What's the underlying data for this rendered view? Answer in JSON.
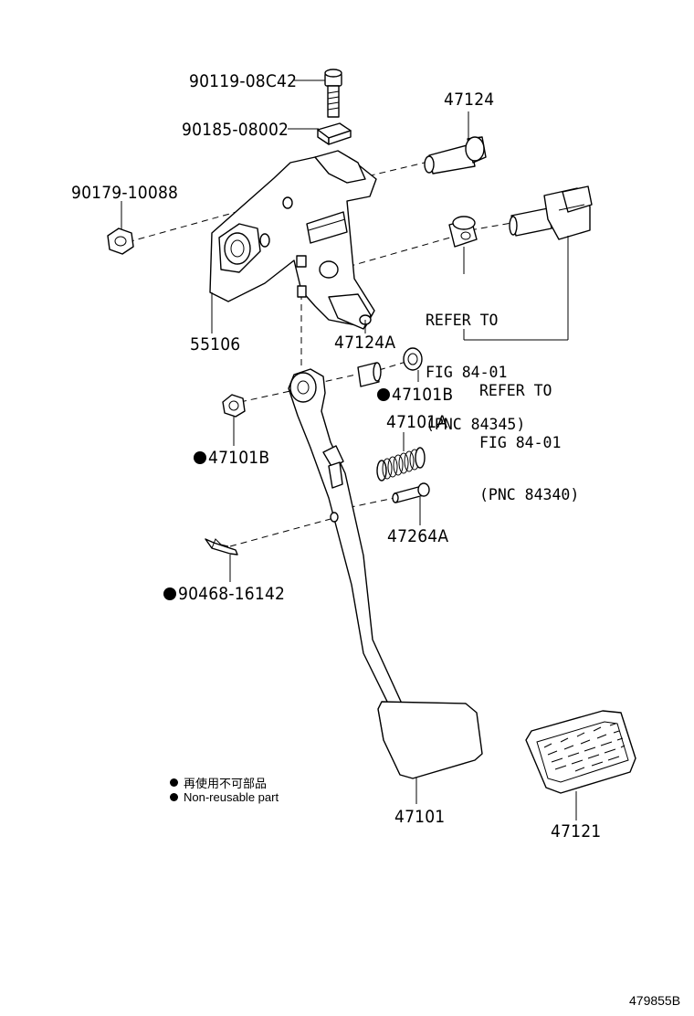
{
  "parts": {
    "bolt_top": "90119-08C42",
    "nut_top": "90185-08002",
    "pin_bolt": "47124",
    "nut_left": "90179-10088",
    "bracket": "55106",
    "collar": "47124A",
    "bushing_right": "47101B",
    "spring": "47101A",
    "bushing_left": "47101B",
    "pin": "47264A",
    "clip": "90468-16142",
    "pedal": "47101",
    "pad": "47121"
  },
  "references": {
    "ref1": [
      "REFER TO",
      "FIG 84-01",
      "(PNC 84345)"
    ],
    "ref2": [
      "REFER TO",
      "FIG 84-01",
      "(PNC 84340)"
    ]
  },
  "legend": {
    "jp": "再使用不可部品",
    "en": "Non-reusable part"
  },
  "figure_number": "479855B"
}
